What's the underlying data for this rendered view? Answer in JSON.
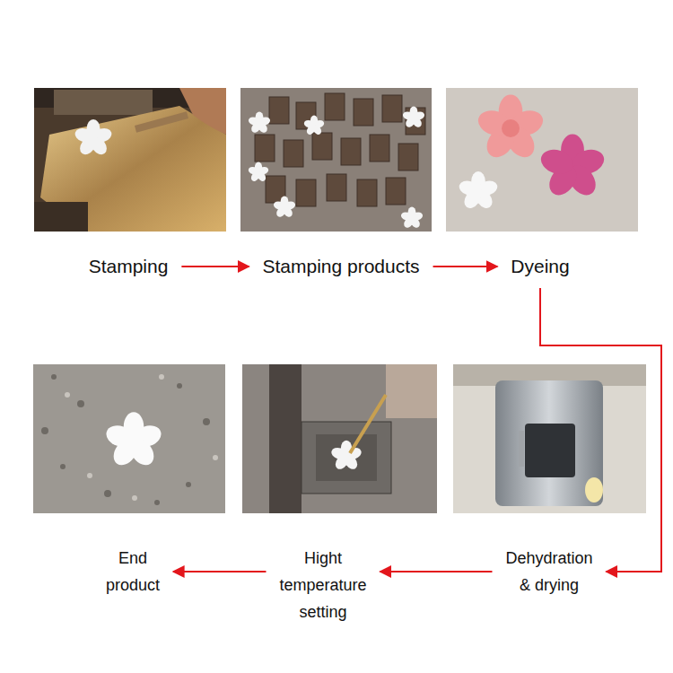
{
  "diagram": {
    "nodes": [
      {
        "text": [
          "Stamping"
        ]
      },
      {
        "text": [
          "Stamping products"
        ]
      },
      {
        "text": [
          "Dyeing"
        ]
      },
      {
        "text": [
          "Dehydration & drying"
        ]
      },
      {
        "text": [
          "Hight temperature setting"
        ]
      },
      {
        "text": [
          "End product"
        ]
      }
    ],
    "edges": [
      {
        "from": 0,
        "to": 1,
        "arrow": "to"
      },
      {
        "from": 1,
        "to": 2,
        "arrow": "to"
      },
      {
        "from": 2,
        "to": 3,
        "arrow": "to"
      },
      {
        "from": 3,
        "to": 4,
        "arrow": "to"
      },
      {
        "from": 4,
        "to": 5,
        "arrow": "to"
      }
    ]
  }
}
